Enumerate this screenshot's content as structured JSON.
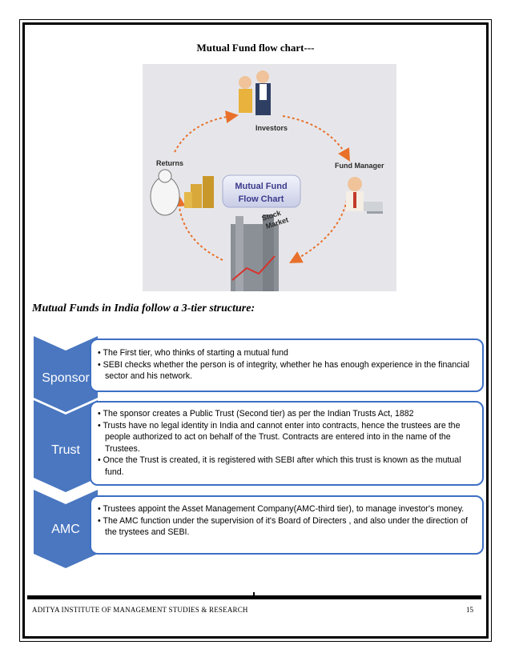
{
  "page_title": "Mutual Fund flow chart---",
  "figure": {
    "center_label": "Mutual Fund\nFlow Chart",
    "center_line1": "Mutual Fund",
    "center_line2": "Flow Chart",
    "nodes": {
      "top": "Investors",
      "right": "Fund Manager",
      "bottom_line1": "Stock",
      "bottom_line2": "Market",
      "left": "Returns"
    },
    "icons": [
      "investors-illustration",
      "fund-manager-illustration",
      "stock-market-illustration",
      "returns-illustration"
    ]
  },
  "subheading": "Mutual Funds in India follow a 3-tier structure:",
  "tiers": [
    {
      "label": "Sponsor",
      "bullets": [
        "The First tier, who thinks of starting a mutual fund",
        "SEBI checks whether the person is of integrity, whether he has enough experience in the financial sector and his network."
      ]
    },
    {
      "label": "Trust",
      "bullets": [
        "The sponsor creates a Public Trust (Second tier) as per the Indian Trusts Act, 1882",
        "Trusts have no legal identity in India and cannot enter into contracts, hence the trustees are the people authorized to act on behalf of the Trust. Contracts are entered into in the name of the Trustees.",
        "Once the  Trust is created, it is registered with SEBI after which this trust is known as the mutual fund."
      ]
    },
    {
      "label": "AMC",
      "bullets": [
        "Trustees appoint the Asset Management Company(AMC-third tier), to manage investor's money.",
        "The AMC function under the supervision of it's Board of Directers , and also under the direction of the trystees and SEBI."
      ]
    }
  ],
  "colors": {
    "chevron": "#4a77c0",
    "box_border": "#3d6fc4",
    "arrow": "#e8702a"
  },
  "footer": {
    "institute": "ADITYA INSTITUTE OF MANAGEMENT STUDIES & RESEARCH",
    "page_number": "15"
  }
}
